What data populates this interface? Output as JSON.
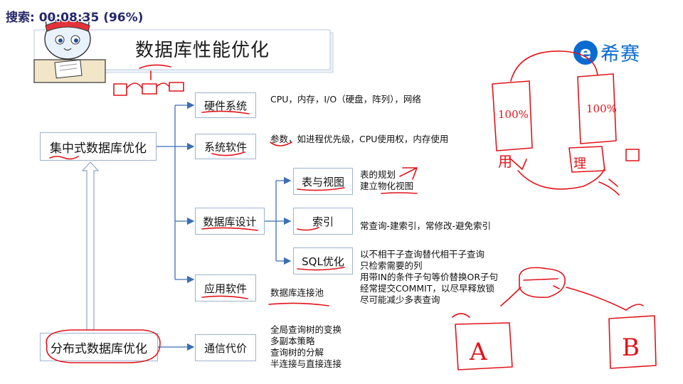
{
  "timer": "搜索: 00:08:35 (96%)",
  "title": "数据库性能优化",
  "logo": {
    "mark": "e",
    "text": "希赛",
    "color": "#0a6bd1"
  },
  "left_boxes": {
    "centralized": "集中式数据库优化",
    "distributed": "分布式数据库优化"
  },
  "branches": {
    "hardware": {
      "label": "硬件系统",
      "note": "CPU，内存，I/O（硬盘，阵列），网络"
    },
    "system_software": {
      "label": "系统软件",
      "note": "参数，如进程优先级，CPU使用权，内存使用"
    },
    "db_design": {
      "label": "数据库设计"
    },
    "app_software": {
      "label": "应用软件",
      "note": "数据库连接池"
    },
    "comm_cost": {
      "label": "通信代价",
      "notes": [
        "全局查询树的变换",
        "多副本策略",
        "查询树的分解",
        "半连接与直接连接"
      ]
    }
  },
  "db_design_children": {
    "tables_views": {
      "label": "表与视图",
      "notes": [
        "表的规划",
        "建立物化视图"
      ]
    },
    "index": {
      "label": "索引",
      "note": "常查询-建索引，常修改-避免索引"
    },
    "sql_opt": {
      "label": "SQL优化",
      "notes": [
        "以不相干子查询替代相干子查询",
        "只检索需要的列",
        "用带IN的条件子句等价替换OR子句",
        "经常提交COMMIT，以尽早释放锁",
        "尽可能减少多表查询"
      ]
    }
  },
  "handwriting": {
    "left_pct": "100%",
    "right_pct": "100%",
    "bottom_mark": "理",
    "left_mark": "用",
    "node_a": "A",
    "node_b": "B"
  },
  "colors": {
    "arrow": "#3b6fb5",
    "ink": "#e0141a",
    "box_border": "#9fb3cf"
  }
}
